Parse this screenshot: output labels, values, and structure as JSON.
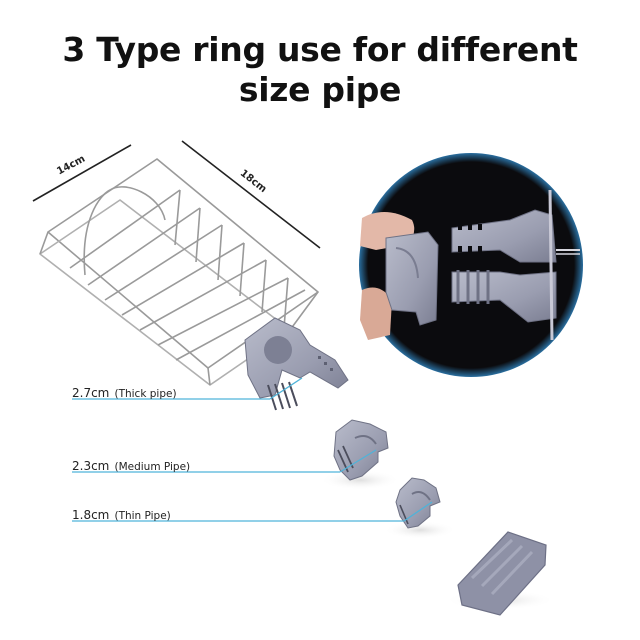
{
  "title": {
    "line1": "3 Type ring use for different",
    "line2": "size pipe"
  },
  "dimensions": {
    "width_label": "14cm",
    "length_label": "18cm"
  },
  "rings": [
    {
      "size": "2.7cm",
      "desc": "(Thick pipe)"
    },
    {
      "size": "2.3cm",
      "desc": "(Medium Pipe)"
    },
    {
      "size": "1.8cm",
      "desc": "(Thin Pipe)"
    }
  ],
  "inset": {
    "description": "close-up of clamp ring being attached on dark background"
  },
  "colors": {
    "measure_line": "#4fb3d9",
    "plastic": "#9a9db0",
    "plastic_dark": "#6f7285",
    "wire": "#8a8a8a",
    "inset_bg": "#0b0b0e"
  }
}
